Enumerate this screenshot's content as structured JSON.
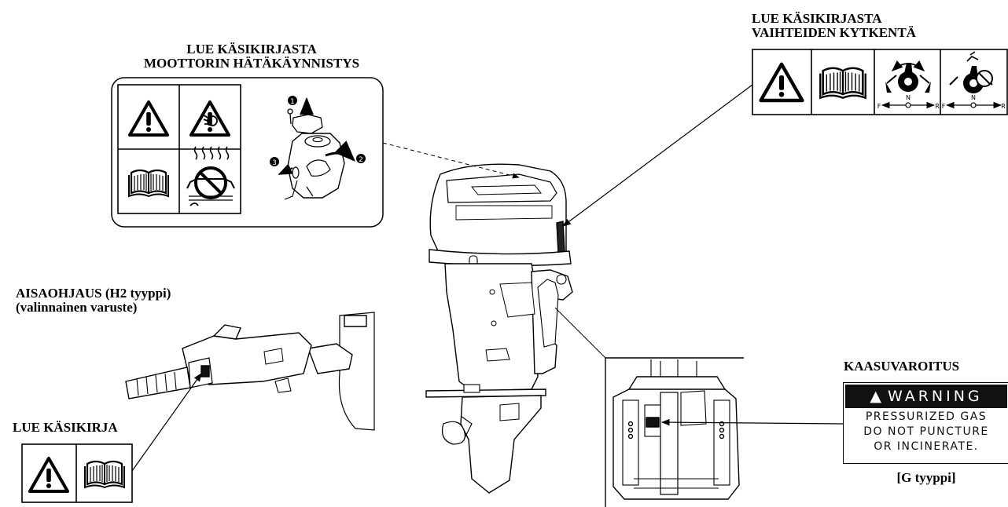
{
  "labels": {
    "emergency_start_line1": "LUE KÄSIKIRJASTA",
    "emergency_start_line2": "MOOTTORIN HÄTÄKÄYNNISTYS",
    "shift_line1": "LUE KÄSIKIRJASTA",
    "shift_line2": "VAIHTEIDEN KYTKENTÄ",
    "tiller_line1": "AISAOHJAUS (H2 tyyppi)",
    "tiller_line2": "(valinnainen varuste)",
    "read_manual": "LUE KÄSIKIRJA",
    "gas_warning": "KAASUVAROITUS",
    "g_type": "[G tyyppi]"
  },
  "warning_label": {
    "header": "WARNING",
    "line1": "PRESSURIZED GAS",
    "line2": "DO NOT PUNCTURE",
    "line3": "OR INCINERATE."
  },
  "shift_diagram": {
    "left_mark": "F",
    "center_mark": "N",
    "right_mark": "R"
  },
  "step_numbers": [
    "1",
    "2",
    "3"
  ],
  "icons": {
    "warning": "warning-triangle-icon",
    "manual": "open-book-icon",
    "hand": "hand-hazard-icon",
    "hot": "hot-surface-icon",
    "shift": "shift-lever-icon",
    "shift_no_start": "shift-no-start-icon"
  }
}
